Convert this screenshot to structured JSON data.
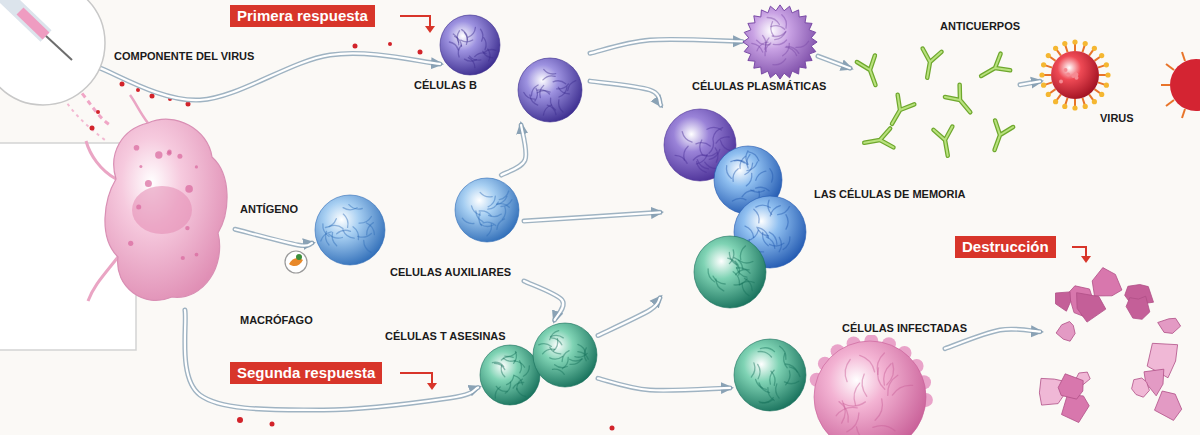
{
  "diagram": {
    "nodes": [
      {
        "text": [
          "COMPONENTE DEL VIRUS"
        ]
      },
      {
        "text": [
          "CÉLULAS B"
        ]
      },
      {
        "text": [
          "MACRÓFAGO"
        ]
      },
      {
        "text": [
          "CELULAS AUXILIARES"
        ]
      },
      {
        "text": [
          "CÉLULAS T ASESINAS"
        ]
      },
      {
        "text": [
          "CÉLULAS PLASMÁTICAS"
        ]
      },
      {
        "text": [
          "LAS CÉLULAS DE MEMORIA"
        ]
      },
      {
        "text": [
          "ANTICUERPOS"
        ]
      },
      {
        "text": [
          "VIRUS"
        ]
      },
      {
        "text": [
          "CÉLULAS INFECTADAS"
        ]
      },
      {
        "text": [
          "Destrucción"
        ]
      }
    ],
    "edges": [
      {
        "from": 0,
        "to": 1,
        "arrow": "to"
      },
      {
        "from": 2,
        "to": 3,
        "arrow": "to"
      },
      {
        "from": 2,
        "to": 4,
        "arrow": "to"
      },
      {
        "from": 3,
        "to": 1,
        "arrow": "to"
      },
      {
        "from": 3,
        "to": 4,
        "arrow": "to"
      },
      {
        "from": 3,
        "to": 6,
        "arrow": "to"
      },
      {
        "from": 1,
        "to": 5,
        "arrow": "to"
      },
      {
        "from": 1,
        "to": 6,
        "arrow": "to"
      },
      {
        "from": 5,
        "to": 7,
        "arrow": "to"
      },
      {
        "from": 7,
        "to": 8,
        "arrow": "to"
      },
      {
        "from": 4,
        "to": 6,
        "arrow": "to"
      },
      {
        "from": 4,
        "to": 9,
        "arrow": "to"
      },
      {
        "from": 9,
        "to": 10,
        "arrow": "to"
      }
    ],
    "labels": [
      "Primera respuesta",
      "ANTÍGENO",
      "Segunda respuesta"
    ]
  }
}
